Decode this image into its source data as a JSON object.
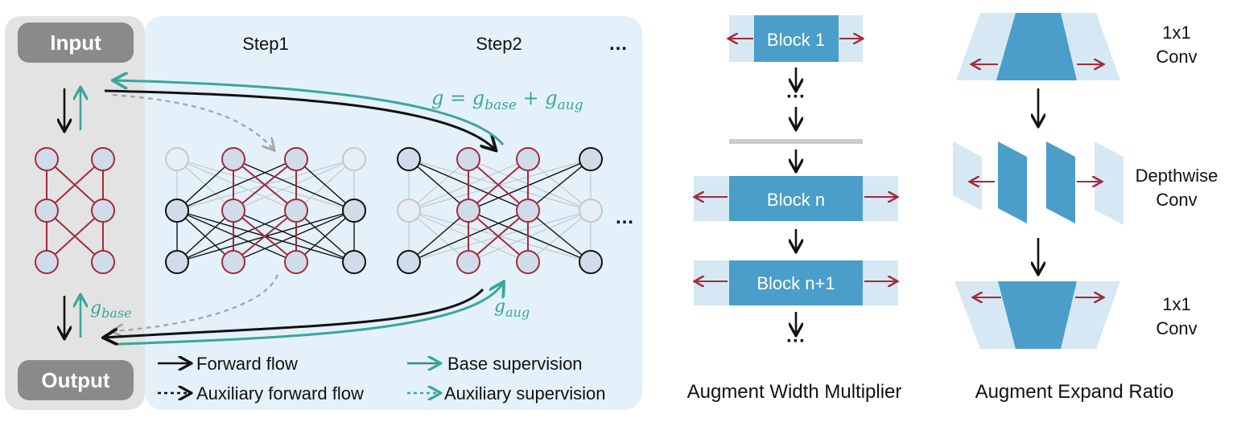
{
  "left_panel": {
    "input_label": "Input",
    "output_label": "Output",
    "step1_label": "Step1",
    "step2_label": "Step2",
    "ellipsis": "…",
    "g_equation": "g = g",
    "g_base_text": "g",
    "g_base_sub": "base",
    "g_aug_text": "g",
    "g_aug_sub": "aug",
    "eq_plus": " + g",
    "eq_sub_base": "base",
    "eq_sub_aug": "aug",
    "legend": {
      "forward": "Forward flow",
      "aux_forward": "Auxiliary forward flow",
      "base_sup": "Base supervision",
      "aux_sup": "Auxiliary supervision"
    }
  },
  "width_panel": {
    "title": "Augment Width Multiplier",
    "block1": "Block 1",
    "blockn": "Block n",
    "blockn1": "Block n+1",
    "dots": "···"
  },
  "expand_panel": {
    "title": "Augment Expand Ratio",
    "conv1_top_a": "1x1",
    "conv1_top_b": "Conv",
    "depthwise_a": "Depthwise",
    "depthwise_b": "Conv",
    "conv1_bot_a": "1x1",
    "conv1_bot_b": "Conv"
  },
  "colors": {
    "red": "#a52a3a",
    "teal": "#3aa69b",
    "block_blue": "#4a9ec9",
    "light_blue": "#d5e8f3",
    "panel_blue": "#e4f1fa",
    "panel_gray": "#e3e3e3",
    "node_fill": "#d0dcea"
  }
}
